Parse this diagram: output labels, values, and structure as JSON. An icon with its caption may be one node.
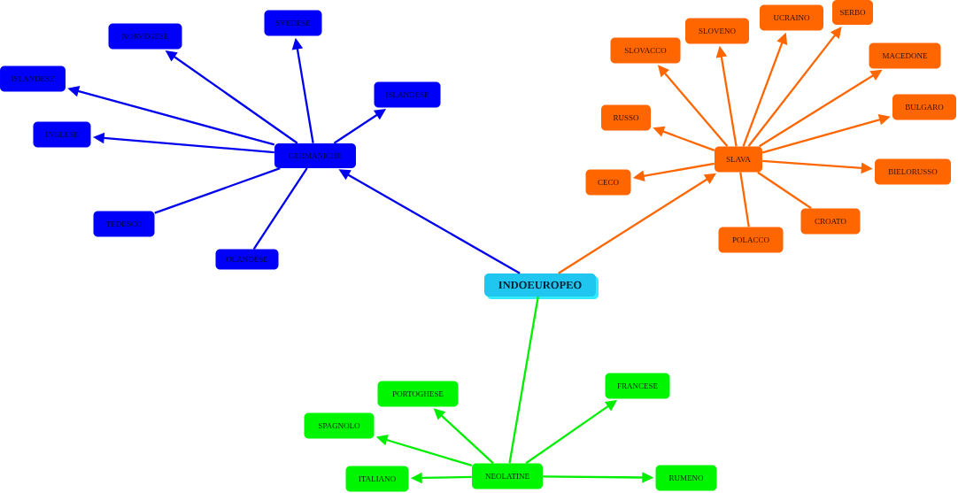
{
  "diagram": {
    "nodes": [
      {
        "text": [
          "INDOEUROPEO"
        ]
      },
      {
        "text": [
          "GERMANICHE"
        ]
      },
      {
        "text": [
          "NORVEGESE"
        ]
      },
      {
        "text": [
          "SVEDESE"
        ]
      },
      {
        "text": [
          "ISLANDESE"
        ]
      },
      {
        "text": [
          "ISLANDESE"
        ]
      },
      {
        "text": [
          "INGLESE"
        ]
      },
      {
        "text": [
          "TEDESCO"
        ]
      },
      {
        "text": [
          "OLANDESE"
        ]
      },
      {
        "text": [
          "SLAVA"
        ]
      },
      {
        "text": [
          "SLOVACCO"
        ]
      },
      {
        "text": [
          "SLOVENO"
        ]
      },
      {
        "text": [
          "UCRAINO"
        ]
      },
      {
        "text": [
          "SERBO"
        ]
      },
      {
        "text": [
          "MACEDONE"
        ]
      },
      {
        "text": [
          "RUSSO"
        ]
      },
      {
        "text": [
          "BULGARO"
        ]
      },
      {
        "text": [
          "CECO"
        ]
      },
      {
        "text": [
          "BIELORUSSO"
        ]
      },
      {
        "text": [
          "CROATO"
        ]
      },
      {
        "text": [
          "POLACCO"
        ]
      },
      {
        "text": [
          "NEOLATINE"
        ]
      },
      {
        "text": [
          "PORTOGHESE"
        ]
      },
      {
        "text": [
          "FRANCESE"
        ]
      },
      {
        "text": [
          "SPAGNOLO"
        ]
      },
      {
        "text": [
          "ITALIANO"
        ]
      },
      {
        "text": [
          "RUMENO"
        ]
      }
    ],
    "edges": [
      {
        "from": 0,
        "to": 1,
        "arrow": "to",
        "color": "#0000ee"
      },
      {
        "from": 0,
        "to": 9,
        "arrow": "to"
      },
      {
        "from": 0,
        "to": 21,
        "arrow": "none",
        "color": "#00ee00"
      },
      {
        "from": 1,
        "to": 2,
        "arrow": "to",
        "color": "#0000ee"
      },
      {
        "from": 1,
        "to": 3,
        "arrow": "to",
        "color": "#0000ee"
      },
      {
        "from": 1,
        "to": 4,
        "arrow": "to",
        "color": "#0000ee"
      },
      {
        "from": 1,
        "to": 5,
        "arrow": "to",
        "color": "#0000ee"
      },
      {
        "from": 1,
        "to": 6,
        "arrow": "to",
        "color": "#0000ee"
      },
      {
        "from": 1,
        "to": 7,
        "arrow": "none",
        "color": "#0000ee"
      },
      {
        "from": 1,
        "to": 8,
        "arrow": "none",
        "color": "#0000ee"
      },
      {
        "from": 9,
        "to": 10,
        "arrow": "to"
      },
      {
        "from": 9,
        "to": 11,
        "arrow": "to"
      },
      {
        "from": 9,
        "to": 12,
        "arrow": "to"
      },
      {
        "from": 9,
        "to": 13,
        "arrow": "to"
      },
      {
        "from": 9,
        "to": 14,
        "arrow": "to"
      },
      {
        "from": 9,
        "to": 15,
        "arrow": "to"
      },
      {
        "from": 9,
        "to": 16,
        "arrow": "to"
      },
      {
        "from": 9,
        "to": 17,
        "arrow": "to"
      },
      {
        "from": 9,
        "to": 18,
        "arrow": "to"
      },
      {
        "from": 9,
        "to": 19,
        "arrow": "none"
      },
      {
        "from": 9,
        "to": 20,
        "arrow": "none"
      },
      {
        "from": 21,
        "to": 22,
        "arrow": "to",
        "color": "#00ee00"
      },
      {
        "from": 21,
        "to": 23,
        "arrow": "to",
        "color": "#00ee00"
      },
      {
        "from": 21,
        "to": 24,
        "arrow": "to",
        "color": "#00ee00"
      },
      {
        "from": 21,
        "to": 25,
        "arrow": "to",
        "color": "#00ee00"
      },
      {
        "from": 21,
        "to": 26,
        "arrow": "to",
        "color": "#00ee00"
      }
    ]
  }
}
